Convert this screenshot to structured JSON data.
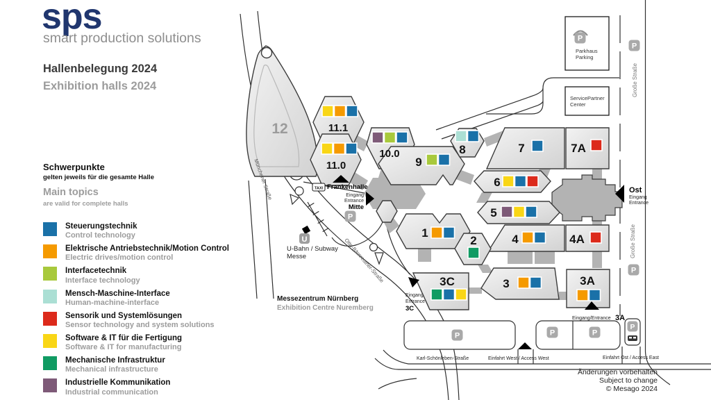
{
  "header": {
    "logo": "sps",
    "subtitle": "smart production solutions",
    "title_de": "Hallenbelegung 2024",
    "title_en": "Exhibition halls 2024"
  },
  "legend": {
    "heading_de": "Schwerpunkte",
    "subheading_de": "gelten jeweils für die gesamte Halle",
    "heading_en": "Main topics",
    "subheading_en": "are valid for complete halls",
    "items": [
      {
        "key": "control",
        "color": "#1a71a8",
        "de": "Steuerungstechnik",
        "en": "Control technology"
      },
      {
        "key": "drives",
        "color": "#f59a00",
        "de": "Elektrische Antriebstechnik/Motion Control",
        "en": "Electric drives/motion control"
      },
      {
        "key": "interface",
        "color": "#a8c93c",
        "de": "Interfacetechnik",
        "en": "Interface technology"
      },
      {
        "key": "hmi",
        "color": "#abdfd4",
        "de": "Mensch-Maschine-Interface",
        "en": "Human-machine-interface"
      },
      {
        "key": "sensor",
        "color": "#dc2a1b",
        "de": "Sensorik und Systemlösungen",
        "en": "Sensor technology and system solutions"
      },
      {
        "key": "software",
        "color": "#f9d616",
        "de": "Software & IT für die Fertigung",
        "en": "Software & IT for manufacturing"
      },
      {
        "key": "mechanical",
        "color": "#109b63",
        "de": "Mechanische Infrastruktur",
        "en": "Mechanical infrastructure"
      },
      {
        "key": "communication",
        "color": "#7e5a78",
        "de": "Industrielle Kommunikation",
        "en": "Industrial communication"
      }
    ]
  },
  "map": {
    "topic_colors": {
      "control": "#1a71a8",
      "drives": "#f59a00",
      "interface": "#a8c93c",
      "hmi": "#abdfd4",
      "sensor": "#dc2a1b",
      "software": "#f9d616",
      "mechanical": "#109b63",
      "communication": "#7e5a78"
    },
    "halls": [
      {
        "label": "12",
        "topics": []
      },
      {
        "label": "11.1",
        "topics": [
          "software",
          "drives",
          "control"
        ]
      },
      {
        "label": "11.0",
        "topics": [
          "software",
          "drives",
          "control"
        ]
      },
      {
        "label": "10.0",
        "topics": [
          "communication",
          "interface",
          "control"
        ]
      },
      {
        "label": "9",
        "topics": [
          "interface",
          "control"
        ]
      },
      {
        "label": "8",
        "topics": [
          "hmi",
          "control"
        ]
      },
      {
        "label": "7",
        "topics": [
          "control"
        ]
      },
      {
        "label": "7A",
        "topics": [
          "sensor"
        ]
      },
      {
        "label": "6",
        "topics": [
          "software",
          "control",
          "sensor"
        ]
      },
      {
        "label": "5",
        "topics": [
          "communication",
          "software",
          "control"
        ]
      },
      {
        "label": "4",
        "topics": [
          "drives",
          "control"
        ]
      },
      {
        "label": "4A",
        "topics": [
          "sensor"
        ]
      },
      {
        "label": "1",
        "topics": [
          "drives",
          "control"
        ]
      },
      {
        "label": "2",
        "topics": [
          "mechanical"
        ]
      },
      {
        "label": "3C",
        "topics": [
          "mechanical",
          "control",
          "software"
        ]
      },
      {
        "label": "3",
        "topics": [
          "drives",
          "control"
        ]
      },
      {
        "label": "3A",
        "topics": [
          "drives",
          "control"
        ]
      }
    ],
    "labels": {
      "frankenhalle": "Frankenhalle",
      "taxi": "TAXI",
      "eingang": "Eingang",
      "entrance": "Entrance",
      "mitte": "Mitte",
      "ost": "Ost",
      "gate3c": "3C",
      "gate3a_prefix": "Eingang/Entrance",
      "gate3a": "3A",
      "u": "U",
      "ubahn": "U-Bahn / Subway",
      "messe": "Messe",
      "p": "P",
      "parkhaus": "Parkhaus",
      "parking": "Parking",
      "servicepartner": "ServicePartner",
      "center": "Center",
      "muenchener": "Münchener Straße",
      "otto": "Otto-Bärnreuther-Straße",
      "grosse": "Große Straße",
      "karl": "Karl-Schönleben-Straße",
      "west": "Einfahrt West / Access West",
      "east": "Einfahrt Ost / Access East"
    },
    "venue": {
      "de": "Messezentrum Nürnberg",
      "en": "Exhibition Centre Nuremberg"
    },
    "footer": {
      "de": "Änderungen vorbehalten",
      "en": "Subject to change",
      "copyright": "© Mesago 2024"
    }
  }
}
